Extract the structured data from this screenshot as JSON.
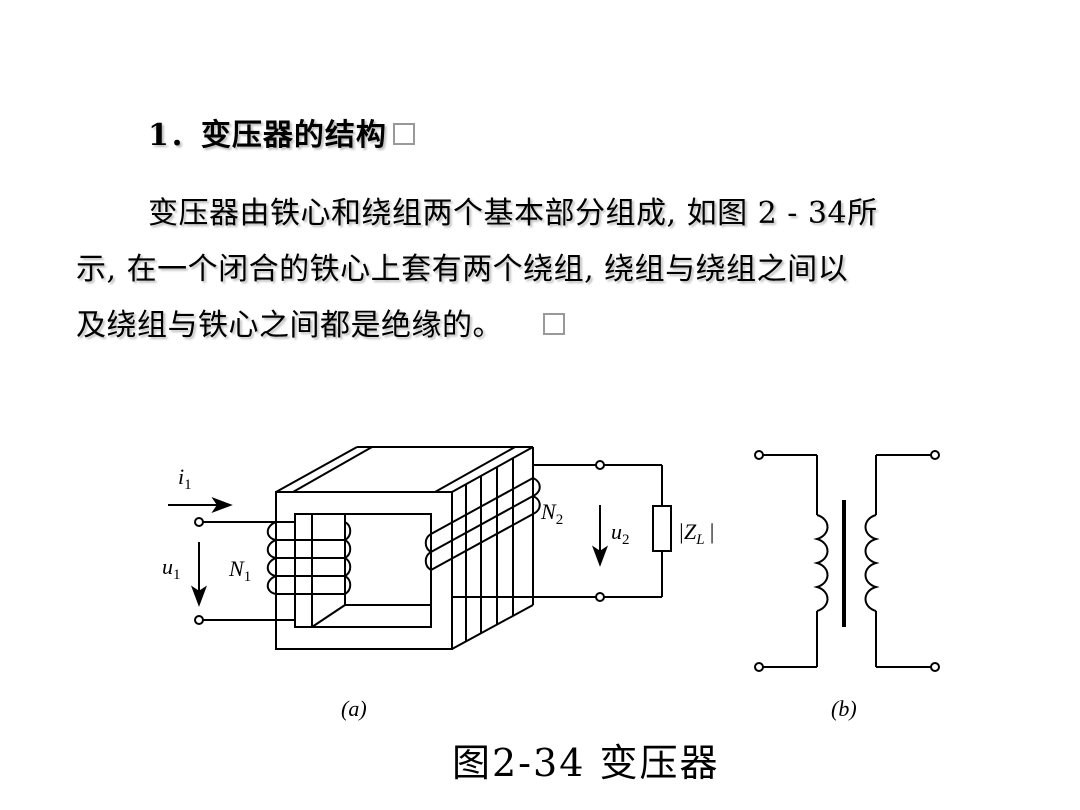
{
  "section": {
    "heading": "1．变压器的结构"
  },
  "paragraph": {
    "line1": "变压器由铁心和绕组两个基本部分组成, 如图 2 - 34所",
    "line2": "示, 在一个闭合的铁心上套有两个绕组, 绕组与绕组之间以",
    "line3": "及绕组与铁心之间都是绝缘的。"
  },
  "figure": {
    "caption": "图2-34 变压器",
    "sub_a": "(a)",
    "sub_b": "(b)",
    "i1": "i",
    "i1_sub": "1",
    "u1": "u",
    "u1_sub": "1",
    "N1": "N",
    "N1_sub": "1",
    "N2": "N",
    "N2_sub": "2",
    "u2": "u",
    "u2_sub": "2",
    "zl_open": "|Z",
    "zl_sub": "L",
    "zl_close": "|"
  }
}
